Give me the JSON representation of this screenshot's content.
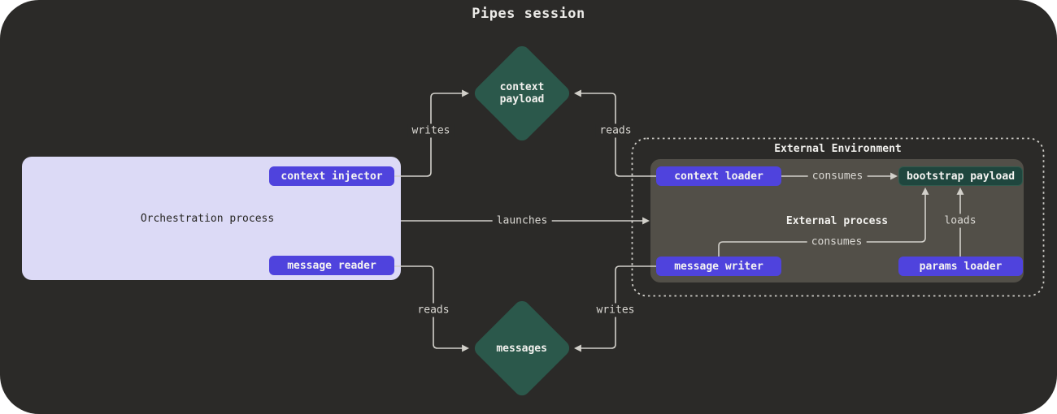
{
  "title": "Pipes session",
  "orchestration": {
    "label": "Orchestration process",
    "context_injector": "context injector",
    "message_reader": "message reader"
  },
  "external": {
    "label": "External Environment",
    "process": {
      "label": "External process",
      "context_loader": "context loader",
      "bootstrap_payload": "bootstrap payload",
      "message_writer": "message writer",
      "params_loader": "params loader"
    }
  },
  "data_nodes": {
    "context_payload": "context payload",
    "messages": "messages"
  },
  "edges": {
    "writes_top": "writes",
    "reads_top": "reads",
    "launches": "launches",
    "consumes_top": "consumes",
    "consumes_bottom": "consumes",
    "loads": "loads",
    "reads_bottom": "reads",
    "writes_bottom": "writes"
  },
  "colors": {
    "canvas_bg": "#2b2a28",
    "accent_purple": "#4f43dd",
    "diamond_green": "#2b584b",
    "payload_green": "#1f463e",
    "process_gray": "#524f48",
    "orchestration_lavender": "#dcdaf6",
    "line_gray": "#d2d0ca"
  }
}
